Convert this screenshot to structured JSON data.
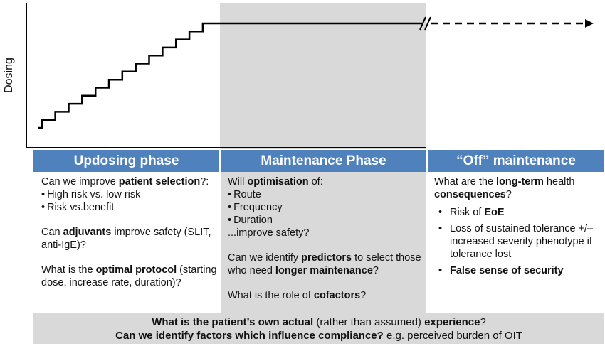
{
  "axis": {
    "ylabel": "Dosing"
  },
  "phases": [
    {
      "label": "Updosing phase"
    },
    {
      "label": "Maintenance Phase"
    },
    {
      "label": "“Off” maintenance"
    }
  ],
  "updosing": {
    "q1": {
      "a": "Can we improve ",
      "b": "patient selection",
      "c": "?:"
    },
    "bullets": [
      "High risk vs. low risk",
      "Risk vs.benefit"
    ],
    "q2": {
      "a": "Can ",
      "b": "adjuvants",
      "c": " improve safety (SLIT, anti-IgE)?"
    },
    "q3": {
      "a": "What is the ",
      "b": "optimal protocol",
      "c": " (starting dose, increase rate, duration)?"
    }
  },
  "maintenance": {
    "q1": {
      "a": "Will ",
      "b": "optimisation",
      "c": " of:"
    },
    "bullets": [
      "Route",
      "Frequency",
      "Duration"
    ],
    "q1_end": "...improve safety?",
    "q2": {
      "a": "Can we identify ",
      "b": "predictors",
      "c": " to select those who need ",
      "d": "longer maintenance",
      "e": "?"
    },
    "q3": {
      "a": "What is the role of ",
      "b": "cofactors",
      "c": "?"
    }
  },
  "off": {
    "q1": {
      "a": "What are the ",
      "b": "long-term",
      "c": " health ",
      "d": "consequences",
      "e": "?"
    },
    "bullets": [
      {
        "a": "Risk of ",
        "b": "EoE"
      },
      {
        "a": "Loss of sustained tolerance +/– increased severity phenotype if tolerance lost"
      },
      {
        "b": "False sense of security"
      }
    ]
  },
  "footer": {
    "line1": {
      "a": "What is the patient’s own actual",
      "b": " (rather than assumed) ",
      "c": "experience",
      "d": "?"
    },
    "line2": {
      "a": "Can we identify factors which influence compliance?",
      "b": " e.g. perceived burden of OIT"
    }
  }
}
